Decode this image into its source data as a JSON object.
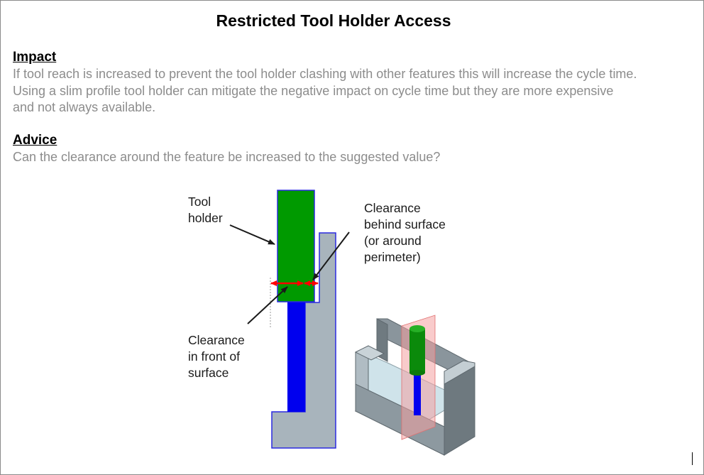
{
  "document": {
    "title": "Restricted Tool Holder Access",
    "impact": {
      "heading": "Impact",
      "lines": [
        "If tool reach is increased to prevent the tool holder clashing with other features this will increase the cycle time.",
        "Using a slim profile tool holder can mitigate the negative impact on cycle time but they are more expensive",
        "and not always available."
      ]
    },
    "advice": {
      "heading": "Advice",
      "text": "Can the clearance around the feature be increased to the suggested value?"
    }
  },
  "diagram": {
    "labels": {
      "tool_holder": [
        "Tool",
        "holder"
      ],
      "clearance_behind": [
        "Clearance",
        "behind surface",
        "(or around",
        "perimeter)"
      ],
      "clearance_front": [
        "Clearance",
        "in front of",
        "surface"
      ]
    },
    "colors": {
      "holder": "#009a00",
      "tool": "#0000ee",
      "part": "#a8b4bc",
      "part_edge": "#2a2ae0",
      "arrow": "#ff0000",
      "leader": "#1a1a1a",
      "plane": "#f4a0a0"
    }
  }
}
